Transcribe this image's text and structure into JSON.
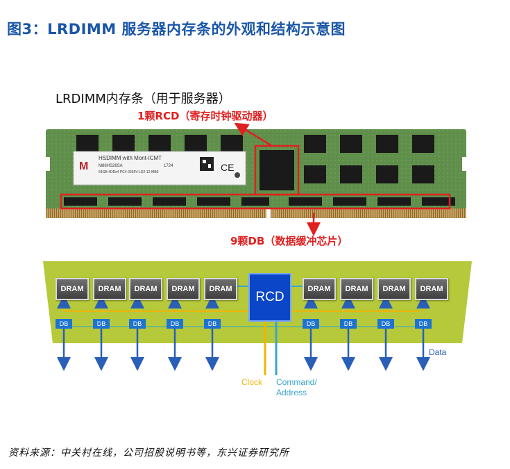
{
  "figure": {
    "title": "图3：LRDIMM 服务器内存条的外观和结构示意图"
  },
  "photo": {
    "heading": "LRDIMM内存条（用于服务器）",
    "rcd_callout": "1颗RCD（寄存时钟驱动器）",
    "db_callout": "9颗DB（数据缓冲芯片）",
    "sticker": {
      "line1": "HSDIMM",
      "with": "with",
      "line1b": "Mont-ICMT",
      "line2": "M88HS26SA",
      "date": "1724",
      "line3": "64GB 4DRx4 PC4-2666V-LD2-12-MB0",
      "ce": "CE"
    }
  },
  "diagram": {
    "dram_label": "DRAM",
    "db_label": "DB",
    "rcd_label": "RCD",
    "data_label": "Data",
    "clock_label": "Clock",
    "command_label_1": "Command/",
    "command_label_2": "Address",
    "colors": {
      "board": "#b5c93a",
      "dram": "#505050",
      "db": "#1e73d0",
      "rcd": "#0a46c8",
      "clock": "#f0b400",
      "command": "#3aa6c8",
      "arrow": "#2a5fb8"
    }
  },
  "source": "资料来源：中关村在线，公司招股说明书等，东兴证券研究所"
}
